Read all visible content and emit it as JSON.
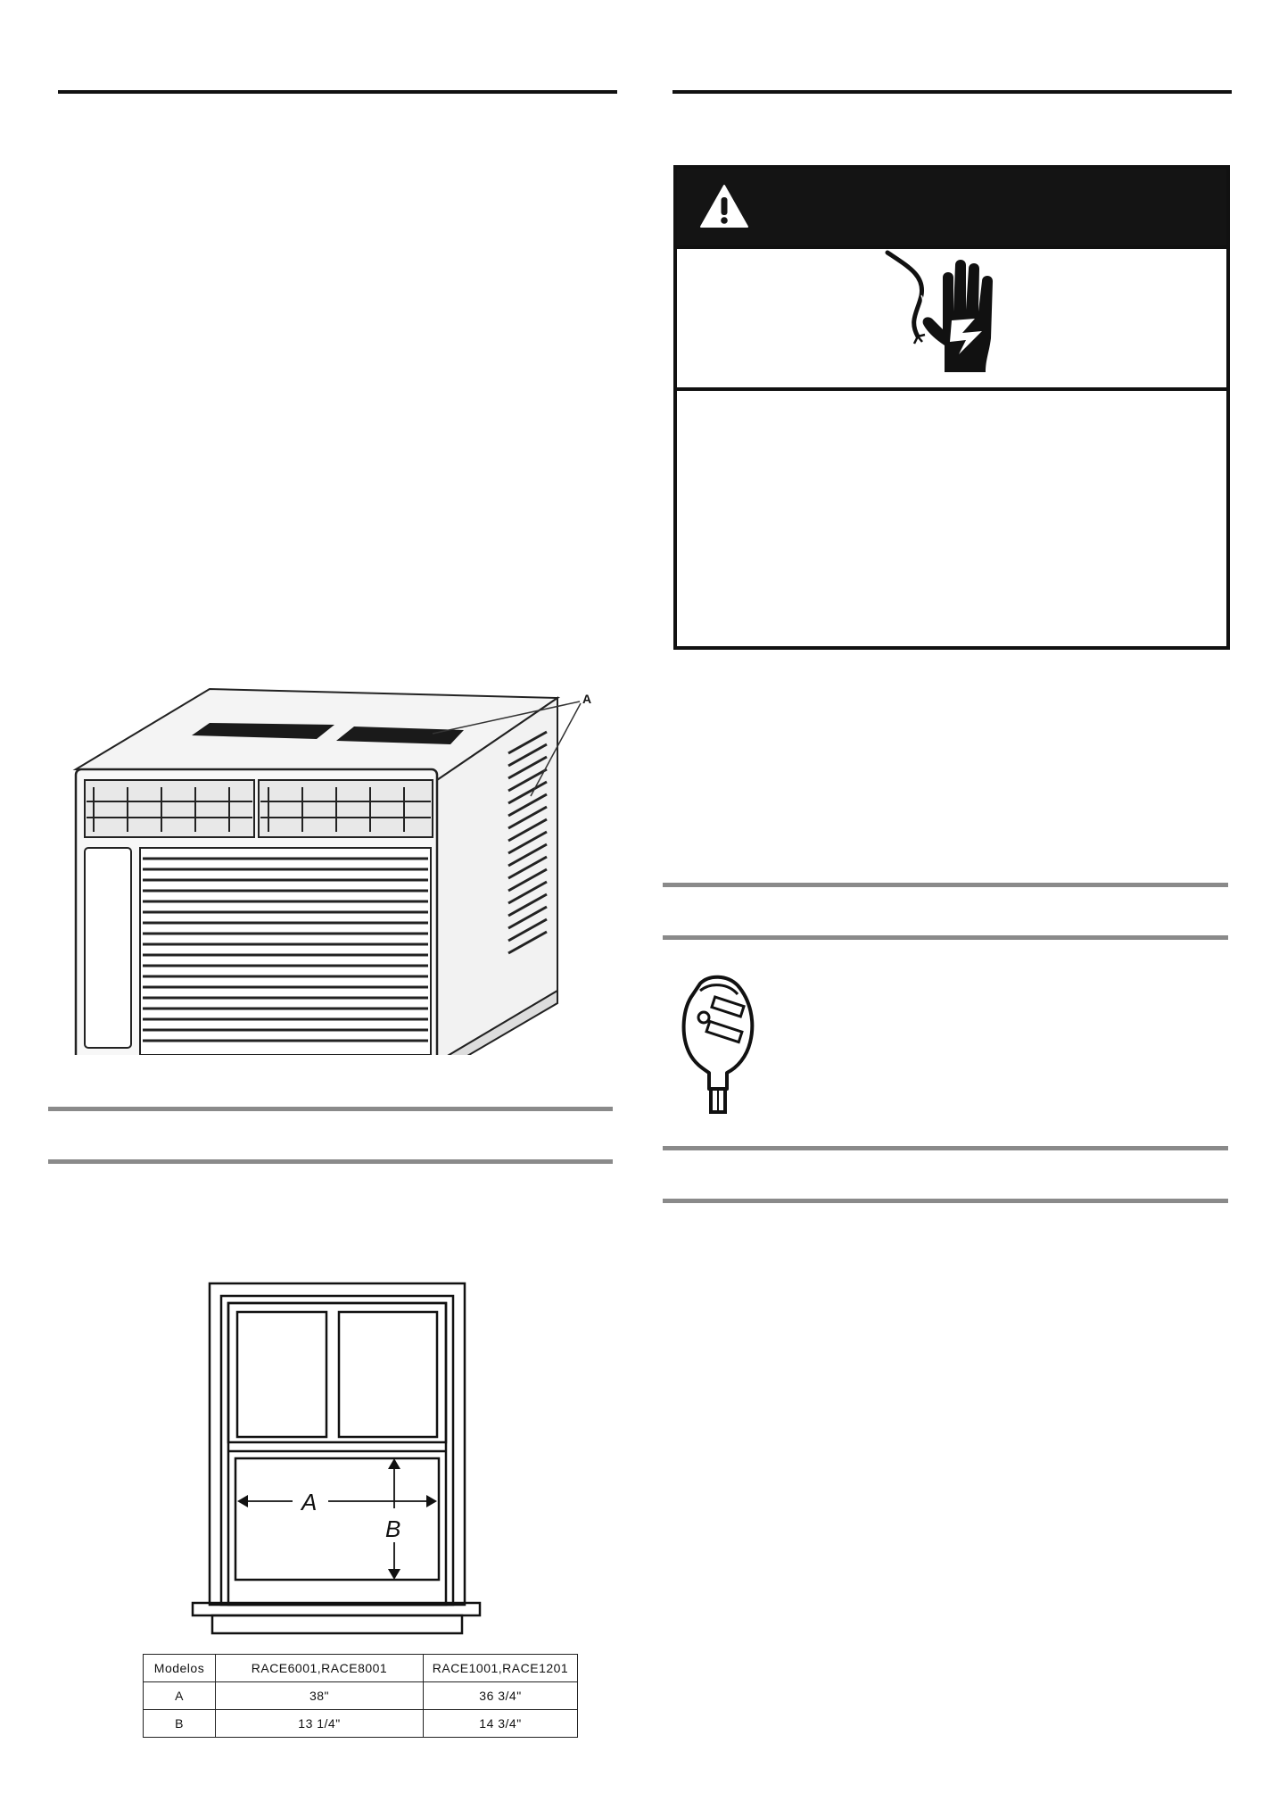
{
  "ac_figure": {
    "callout_label": "A"
  },
  "window_figure": {
    "label_a": "A",
    "label_b": "B"
  },
  "dimensions_table": {
    "header": [
      "Modelos",
      "RACE6001,RACE8001",
      "RACE1001,RACE1201"
    ],
    "rows": [
      [
        "A",
        "38\"",
        "36 3/4\""
      ],
      [
        "B",
        "13 1/4\"",
        "14 3/4\""
      ]
    ]
  }
}
